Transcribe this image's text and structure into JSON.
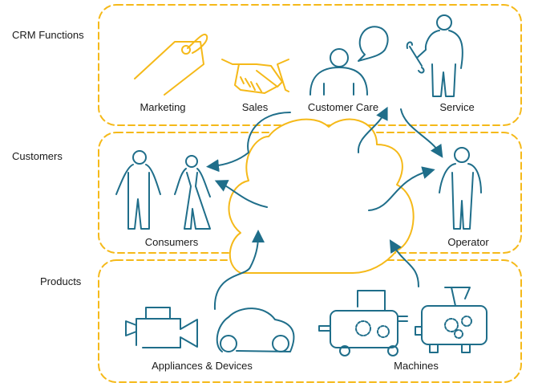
{
  "rows": {
    "crm": "CRM Functions",
    "customers": "Customers",
    "products": "Products"
  },
  "crm_items": [
    "Marketing",
    "Sales",
    "Customer Care",
    "Service"
  ],
  "customer_items": [
    "Consumers",
    "Operator"
  ],
  "product_items": [
    "Appliances & Devices",
    "Machines"
  ],
  "colors": {
    "accent": "#f5b919",
    "line": "#1f6e8a",
    "text": "#1a1a1a"
  }
}
